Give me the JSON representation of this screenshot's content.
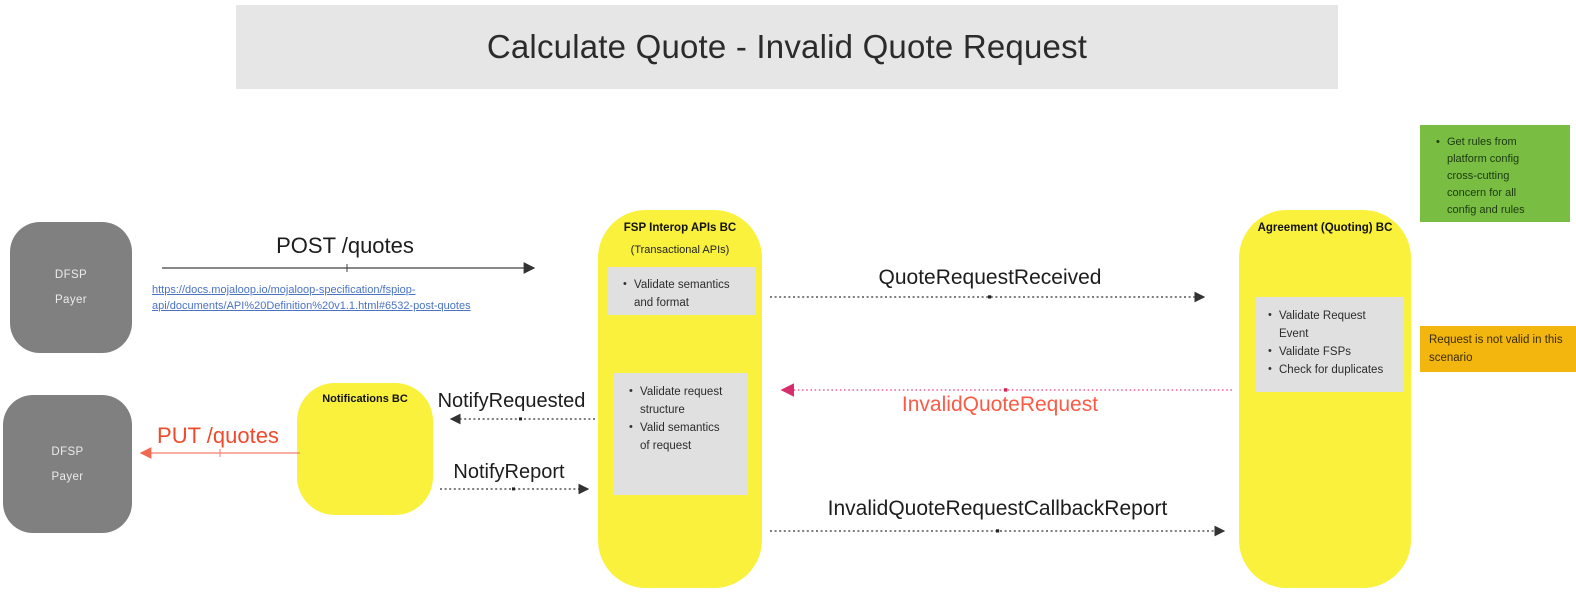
{
  "title": "Calculate Quote - Invalid Quote Request",
  "actors": {
    "dfsp_payer_top": {
      "line1": "DFSP",
      "line2": "Payer"
    },
    "dfsp_payer_bottom": {
      "line1": "DFSP",
      "line2": "Payer"
    }
  },
  "components": {
    "fsp_interop": {
      "title": "FSP Interop APIs BC",
      "subtitle": "(Transactional APIs)",
      "note1_items": [
        "Validate semantics and format"
      ],
      "note2_items": [
        "Validate request structure",
        "Valid semantics of request"
      ]
    },
    "notifications": {
      "title": "Notifications BC"
    },
    "agreement": {
      "title": "Agreement (Quoting) BC",
      "note_items": [
        "Validate Request Event",
        "Validate FSPs",
        "Check for duplicates"
      ]
    }
  },
  "side_notes": {
    "green_items": [
      "Get rules from platform config cross-cutting concern for all config and rules"
    ],
    "orange_text": "Request is not valid in this scenario"
  },
  "messages": {
    "post_quotes": "POST /quotes",
    "post_quotes_link_line1": "https://docs.mojaloop.io/mojaloop-specification/fspiop-",
    "post_quotes_link_line2": "api/documents/API%20Definition%20v1.1.html#6532-post-quotes",
    "quote_request_received": "QuoteRequestReceived",
    "invalid_quote_request": "InvalidQuoteRequest",
    "notify_requested": "NotifyRequested",
    "notify_report": "NotifyReport",
    "put_quotes": "PUT /quotes",
    "invalid_quote_request_callback_report": "InvalidQuoteRequestCallbackReport"
  },
  "colors": {
    "banner_gray": "#e6e6e6",
    "actor_gray": "#808080",
    "component_yellow": "#faf13c",
    "inner_note_gray": "#e0e0e0",
    "green_note": "#79bd43",
    "orange_note": "#f2b60e",
    "link_blue": "#4a73c4",
    "error_red": "#fb5b46",
    "put_red": "#f04a2d",
    "pink_arrow": "#ec619b",
    "salmon_arrow": "#f28069"
  }
}
